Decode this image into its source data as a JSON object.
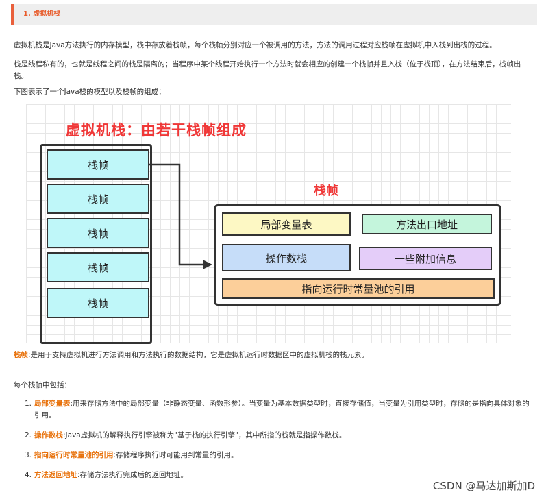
{
  "section": {
    "heading": "1. 虚拟机栈"
  },
  "intro": {
    "p1": "虚拟机栈是Java方法执行的内存模型，栈中存放着栈帧，每个栈帧分别对应一个被调用的方法，方法的调用过程对应栈帧在虚拟机中入栈到出栈的过程。",
    "p2": "栈是线程私有的，也就是线程之间的栈是隔离的；当程序中某个线程开始执行一个方法时就会相应的创建一个栈帧并且入栈（位于栈顶），在方法结束后，栈帧出栈。",
    "p3": "下图表示了一个Java栈的模型以及栈帧的组成："
  },
  "diagram": {
    "title": "虚拟机栈：由若干栈帧组成",
    "frames": [
      "栈帧",
      "栈帧",
      "栈帧",
      "栈帧",
      "栈帧"
    ],
    "frame_label": "栈帧",
    "cells": {
      "local_vars": "局部变量表",
      "method_exit": "方法出口地址",
      "operand_stack": "操作数栈",
      "extra_info": "一些附加信息",
      "const_pool_ref": "指向运行时常量池的引用"
    },
    "colors": {
      "title": "#f03737",
      "frame": "#bff7f9",
      "local_vars": "#fdf8c4",
      "method_exit": "#c4f5dc",
      "operand_stack": "#c6ddf9",
      "extra_info": "#e4cdf9",
      "const_pool_ref": "#fccf9a"
    }
  },
  "definition": {
    "term": "栈帧",
    "text": ":是用于支持虚拟机进行方法调用和方法执行的数据结构，它是虚拟机运行时数据区中的虚拟机栈的栈元素。"
  },
  "contains": {
    "intro": "每个栈帧中包括：",
    "items": [
      {
        "num": "1.",
        "term": "局部变量表",
        "text": ":用来存储方法中的局部变量（非静态变量、函数形参）。当变量为基本数据类型时，直接存储值，当变量为引用类型时，存储的是指向具体对象的引用。"
      },
      {
        "num": "2.",
        "term": "操作数栈",
        "text": ":Java虚拟机的解释执行引擎被称为\"基于栈的执行引擎\"，其中所指的栈就是指操作数栈。"
      },
      {
        "num": "3.",
        "term": "指向运行时常量池的引用",
        "text": ":存储程序执行时可能用到常量的引用。"
      },
      {
        "num": "4.",
        "term": "方法返回地址",
        "text": ":存储方法执行完成后的返回地址。"
      }
    ]
  },
  "watermark": "CSDN @马达加斯加D",
  "colors": {
    "accent": "#e9603c",
    "term": "#e8720c"
  }
}
